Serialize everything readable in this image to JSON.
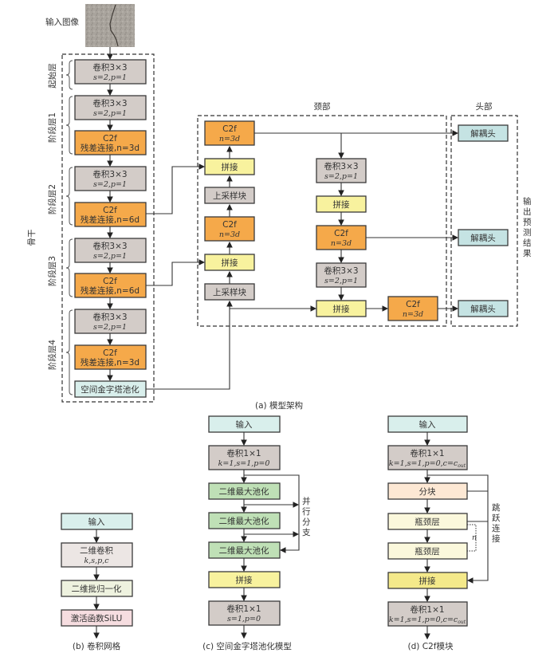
{
  "input_label": "输入图像",
  "backbone": {
    "title": "骨干",
    "stages": [
      "起始层",
      "阶段层1",
      "阶段层2",
      "阶段层3",
      "阶段层4"
    ],
    "blocks": [
      {
        "l1": "卷积3×3",
        "l2": "s=2,p=1"
      },
      {
        "l1": "卷积3×3",
        "l2": "s=2,p=1"
      },
      {
        "l1": "C2f",
        "l2": "残差连接,n=3d"
      },
      {
        "l1": "卷积3×3",
        "l2": "s=2,p=1"
      },
      {
        "l1": "C2f",
        "l2": "残差连接,n=6d"
      },
      {
        "l1": "卷积3×3",
        "l2": "s=2,p=1"
      },
      {
        "l1": "C2f",
        "l2": "残差连接,n=6d"
      },
      {
        "l1": "卷积3×3",
        "l2": "s=2,p=1"
      },
      {
        "l1": "C2f",
        "l2": "残差连接,n=3d"
      },
      {
        "l1": "空间金字塔池化"
      }
    ]
  },
  "neck": {
    "title": "颈部",
    "left": [
      {
        "l1": "C2f",
        "l2": "n=3d"
      },
      {
        "l1": "拼接"
      },
      {
        "l1": "上采样块"
      },
      {
        "l1": "C2f",
        "l2": "n=3d"
      },
      {
        "l1": "拼接"
      },
      {
        "l1": "上采样块"
      }
    ],
    "right": [
      {
        "l1": "卷积3×3",
        "l2": "s=2,p=1"
      },
      {
        "l1": "拼接"
      },
      {
        "l1": "C2f",
        "l2": "n=3d"
      },
      {
        "l1": "卷积3×3",
        "l2": "s=2,p=1"
      },
      {
        "l1": "拼接"
      },
      {
        "l1": "C2f",
        "l2": "n=3d"
      }
    ]
  },
  "head": {
    "title": "头部",
    "blocks": [
      "解耦头",
      "解耦头",
      "解耦头"
    ],
    "output_label": "输出预测结果"
  },
  "captions": {
    "a": "(a)   模型架构",
    "b": "(b)   卷积网格",
    "c": "(c)   空间金字塔池化模型",
    "d": "(d)   C2f模块"
  },
  "conv": {
    "blocks": [
      {
        "l1": "输入"
      },
      {
        "l1": "二维卷积",
        "l2": "k,s,p,c"
      },
      {
        "l1": "二维批归一化"
      },
      {
        "l1": "激活函数SiLU"
      }
    ]
  },
  "sppf": {
    "blocks": [
      {
        "l1": "输入"
      },
      {
        "l1": "卷积1×1",
        "l2": "k=1,s=1,p=0"
      },
      {
        "l1": "二维最大池化"
      },
      {
        "l1": "二维最大池化"
      },
      {
        "l1": "二维最大池化"
      },
      {
        "l1": "拼接"
      },
      {
        "l1": "卷积1×1",
        "l2": "s=1,p=0"
      }
    ],
    "branch_label": "并行分支"
  },
  "c2f": {
    "blocks": [
      {
        "l1": "输入"
      },
      {
        "l1": "卷积1×1",
        "l2": "k=1,s=1,p=0,c=c_out"
      },
      {
        "l1": "分块"
      },
      {
        "l1": "瓶颈层"
      },
      {
        "l1": "瓶颈层"
      },
      {
        "l1": "拼接"
      },
      {
        "l1": "卷积1×1",
        "l2": "k=1,s=1,p=0,c=c_out"
      }
    ],
    "skip_label": "跳跃连接",
    "repeat_label": "n"
  }
}
